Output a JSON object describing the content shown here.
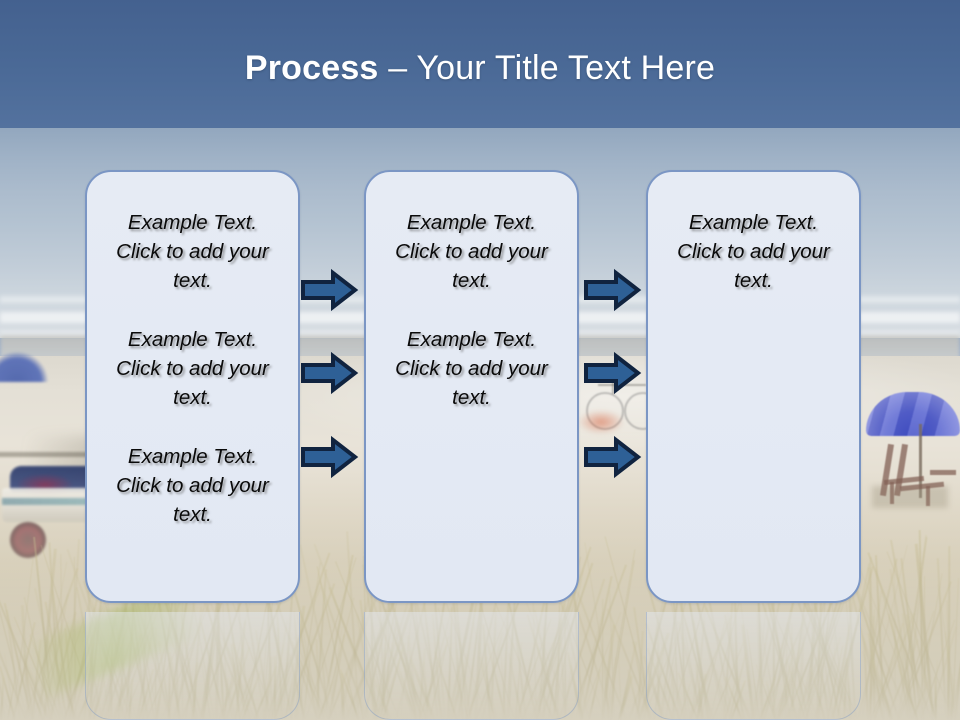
{
  "slide": {
    "title": {
      "bold_part": "Process",
      "rest_part": " – Your Title Text Here",
      "color": "#ffffff"
    },
    "theme": {
      "panel_fill": "#e4eaf4",
      "panel_border": "#7b96c4",
      "arrow_fill": "#2e6096",
      "arrow_outline": "#10233f",
      "title_color": "#ffffff",
      "body_text_color": "#0a0a0a"
    },
    "background": {
      "scene": "beach-photo",
      "elements": [
        "sky",
        "ocean",
        "surf",
        "sand",
        "dune-grass",
        "beach-umbrella",
        "beach-chairs",
        "bicycles",
        "boat-trailer"
      ]
    },
    "panels": [
      {
        "id": "panel-1",
        "name": "process-step-1",
        "blocks": [
          "Example Text. Click  to add your text.",
          "Example Text. Click  to add your text.",
          "Example Text. Click  to add your text."
        ]
      },
      {
        "id": "panel-2",
        "name": "process-step-2",
        "blocks": [
          "Example Text. Click  to add your text.",
          "Example Text. Click  to add your text."
        ]
      },
      {
        "id": "panel-3",
        "name": "process-step-3",
        "blocks": [
          "Example Text. Click  to add your text."
        ]
      }
    ],
    "arrow_groups": [
      {
        "name": "arrows-between-step-1-and-2",
        "count": 3,
        "direction": "right"
      },
      {
        "name": "arrows-between-step-2-and-3",
        "count": 3,
        "direction": "right"
      }
    ]
  }
}
